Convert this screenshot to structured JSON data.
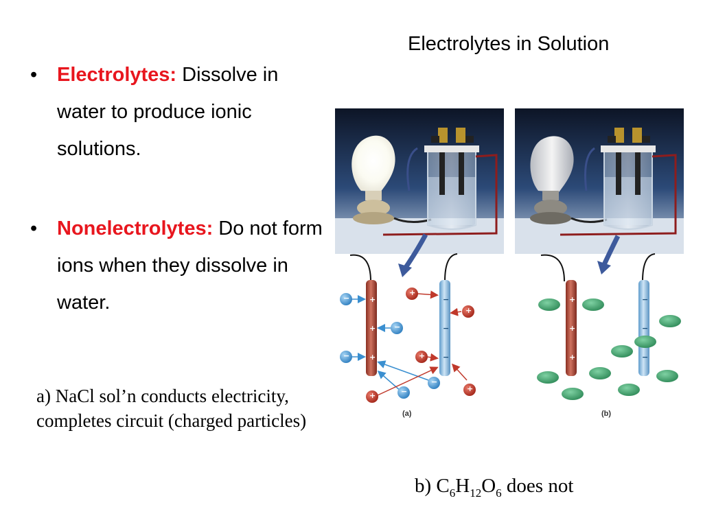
{
  "slide": {
    "title": "Electrolytes in Solution",
    "bullets": [
      {
        "marker": "•",
        "term": "Electrolytes:",
        "text": " Dissolve in water to produce ionic solutions."
      },
      {
        "marker": "•",
        "term": "Nonelectrolytes:",
        "text": " Do not form ions when they dissolve in water."
      }
    ],
    "caption_a": "a) NaCl sol’n conducts electricity, completes circuit (charged particles)",
    "caption_b": {
      "prefix": "b)  C",
      "sub1": "6",
      "mid1": "H",
      "sub2": "12",
      "mid2": "O",
      "sub3": "6",
      "suffix": " does not"
    }
  },
  "figure": {
    "panel_a_label": "(a)",
    "panel_b_label": "(b)",
    "plus_sign": "+",
    "minus_sign": "−"
  },
  "colors": {
    "accent_red": "#e8161e",
    "cation": "#c0392b",
    "anion": "#3a8fd0",
    "molecule": "#3f9f6a",
    "anode": "#b84c3a",
    "cathode": "#7fb7e0"
  }
}
